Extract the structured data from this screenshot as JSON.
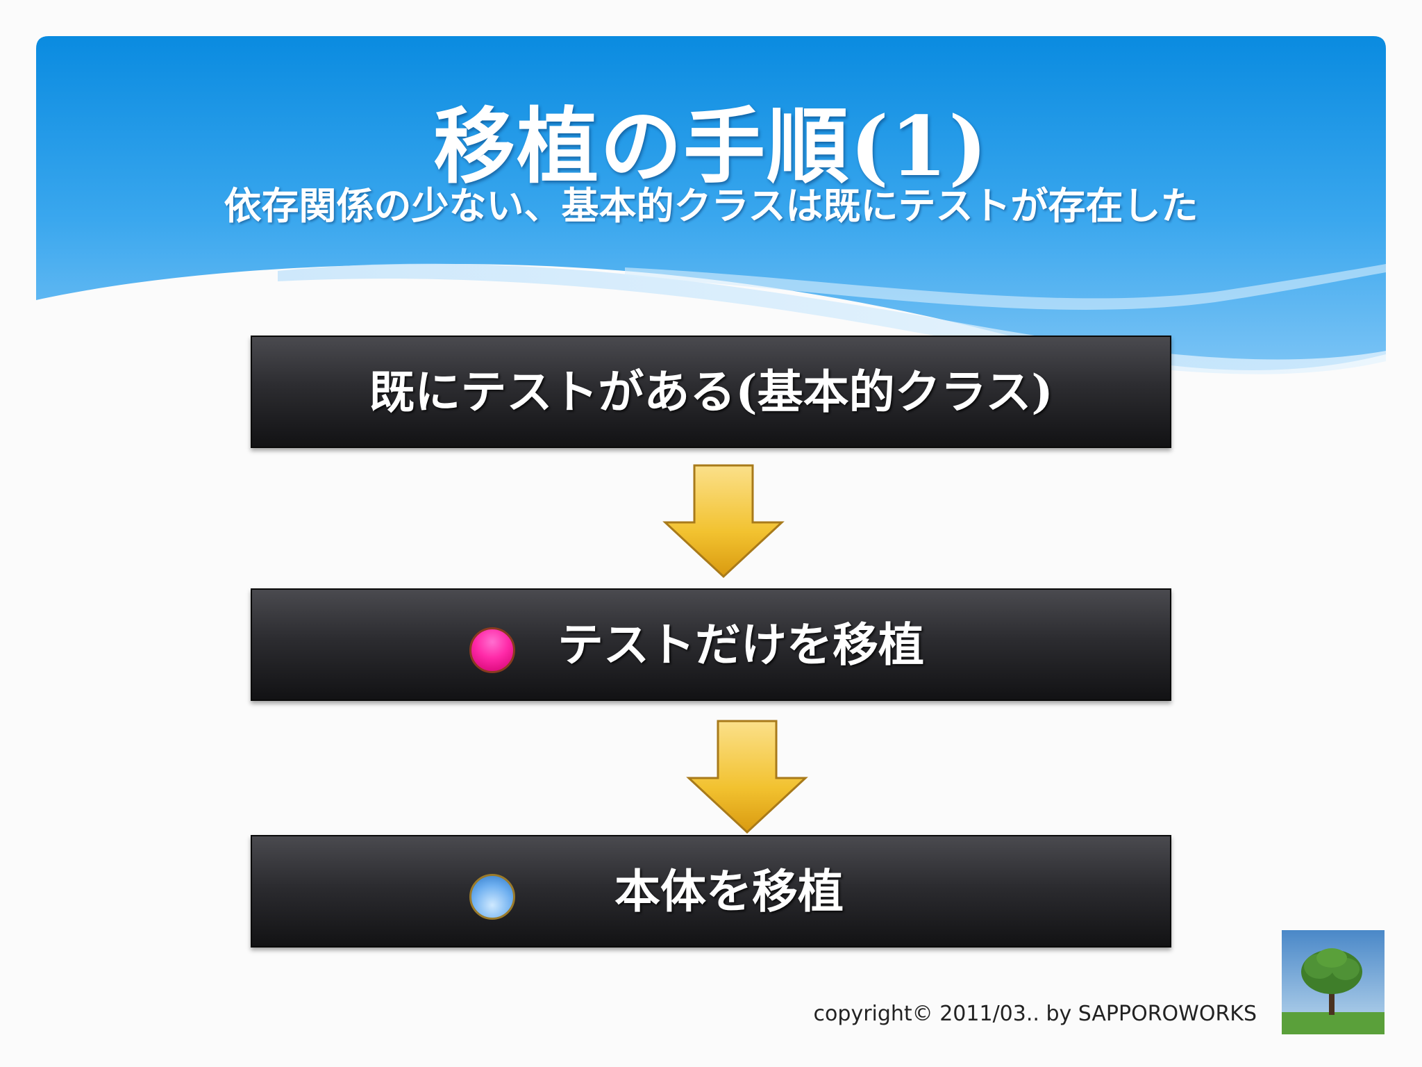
{
  "slide": {
    "title": "移植の手順(1)",
    "subtitle": "依存関係の少ない、基本的クラスは既にテストが存在した"
  },
  "steps": [
    {
      "label": "既にテストがある(基本的クラス)",
      "bullet": null
    },
    {
      "label": "テストだけを移植",
      "bullet": "pink-bullet-icon"
    },
    {
      "label": "本体を移植",
      "bullet": "blue-bullet-icon"
    }
  ],
  "footer": {
    "copyright": "copyright© 2011/03.. by SAPPOROWORKS",
    "logo_icon": "tree-logo-icon"
  },
  "colors": {
    "header_blue": "#0e8fe0",
    "box_dark": "#2c2c30",
    "arrow_gold": "#f2c230",
    "bullet_pink": "#ff2aa8",
    "bullet_blue": "#6fb0f0"
  }
}
